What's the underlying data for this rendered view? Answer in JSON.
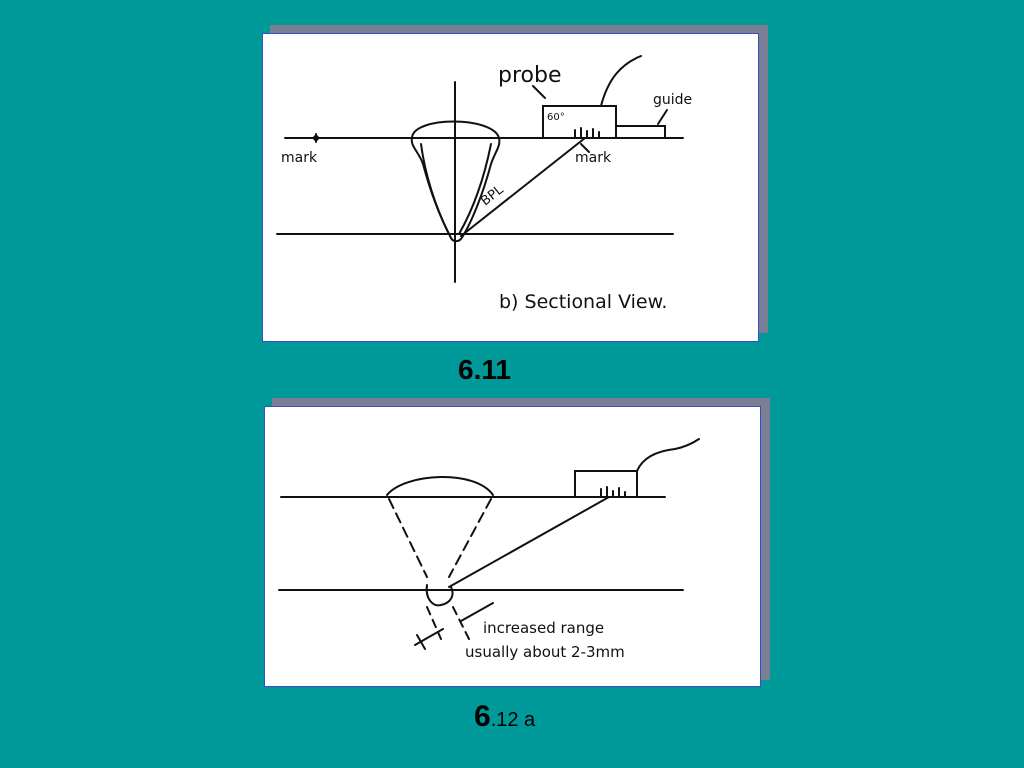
{
  "background_color": "#009999",
  "frame_border_color": "#3a4bd0",
  "figure_top": {
    "labels": {
      "probe": "probe",
      "angle": "60°",
      "guide": "guide",
      "mark_left": "mark",
      "mark_right": "mark",
      "bpl": "BPL",
      "view_title": "b) Sectional View."
    },
    "caption": "6.11"
  },
  "figure_bottom": {
    "labels": {
      "range_line1": "increased range",
      "range_line2": "usually about 2-3mm"
    },
    "caption_main": "6",
    "caption_suffix": ".12 a"
  }
}
